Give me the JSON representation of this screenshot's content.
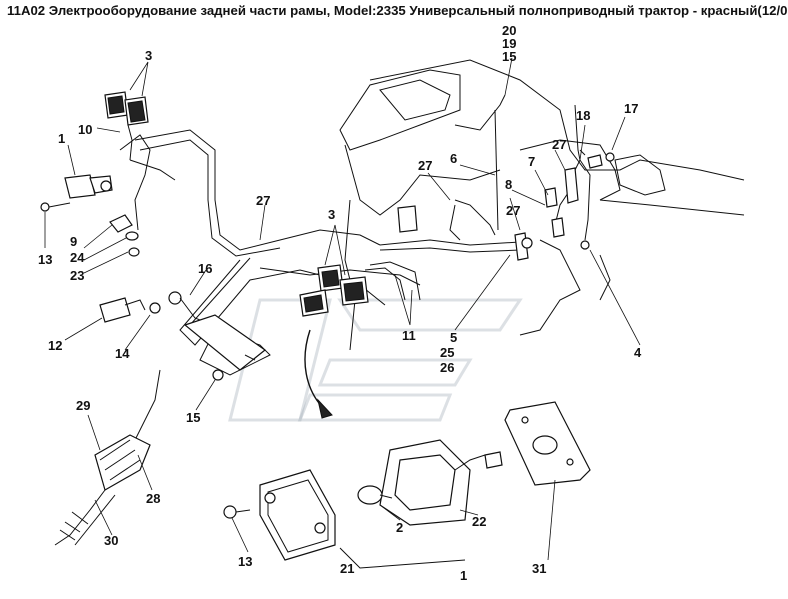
{
  "title": "11A02 Электрооборудование задней части рамы, Model:2335 Универсальный полноприводный трактор - красный(12/0",
  "callouts": [
    "20",
    "19",
    "15",
    "3",
    "1",
    "10",
    "13",
    "9",
    "24",
    "23",
    "16",
    "12",
    "14",
    "15",
    "27",
    "3",
    "11",
    "6",
    "27",
    "7",
    "27",
    "8",
    "27",
    "18",
    "17",
    "5",
    "25",
    "26",
    "4",
    "29",
    "28",
    "30",
    "13",
    "2",
    "22",
    "21",
    "1",
    "31"
  ]
}
